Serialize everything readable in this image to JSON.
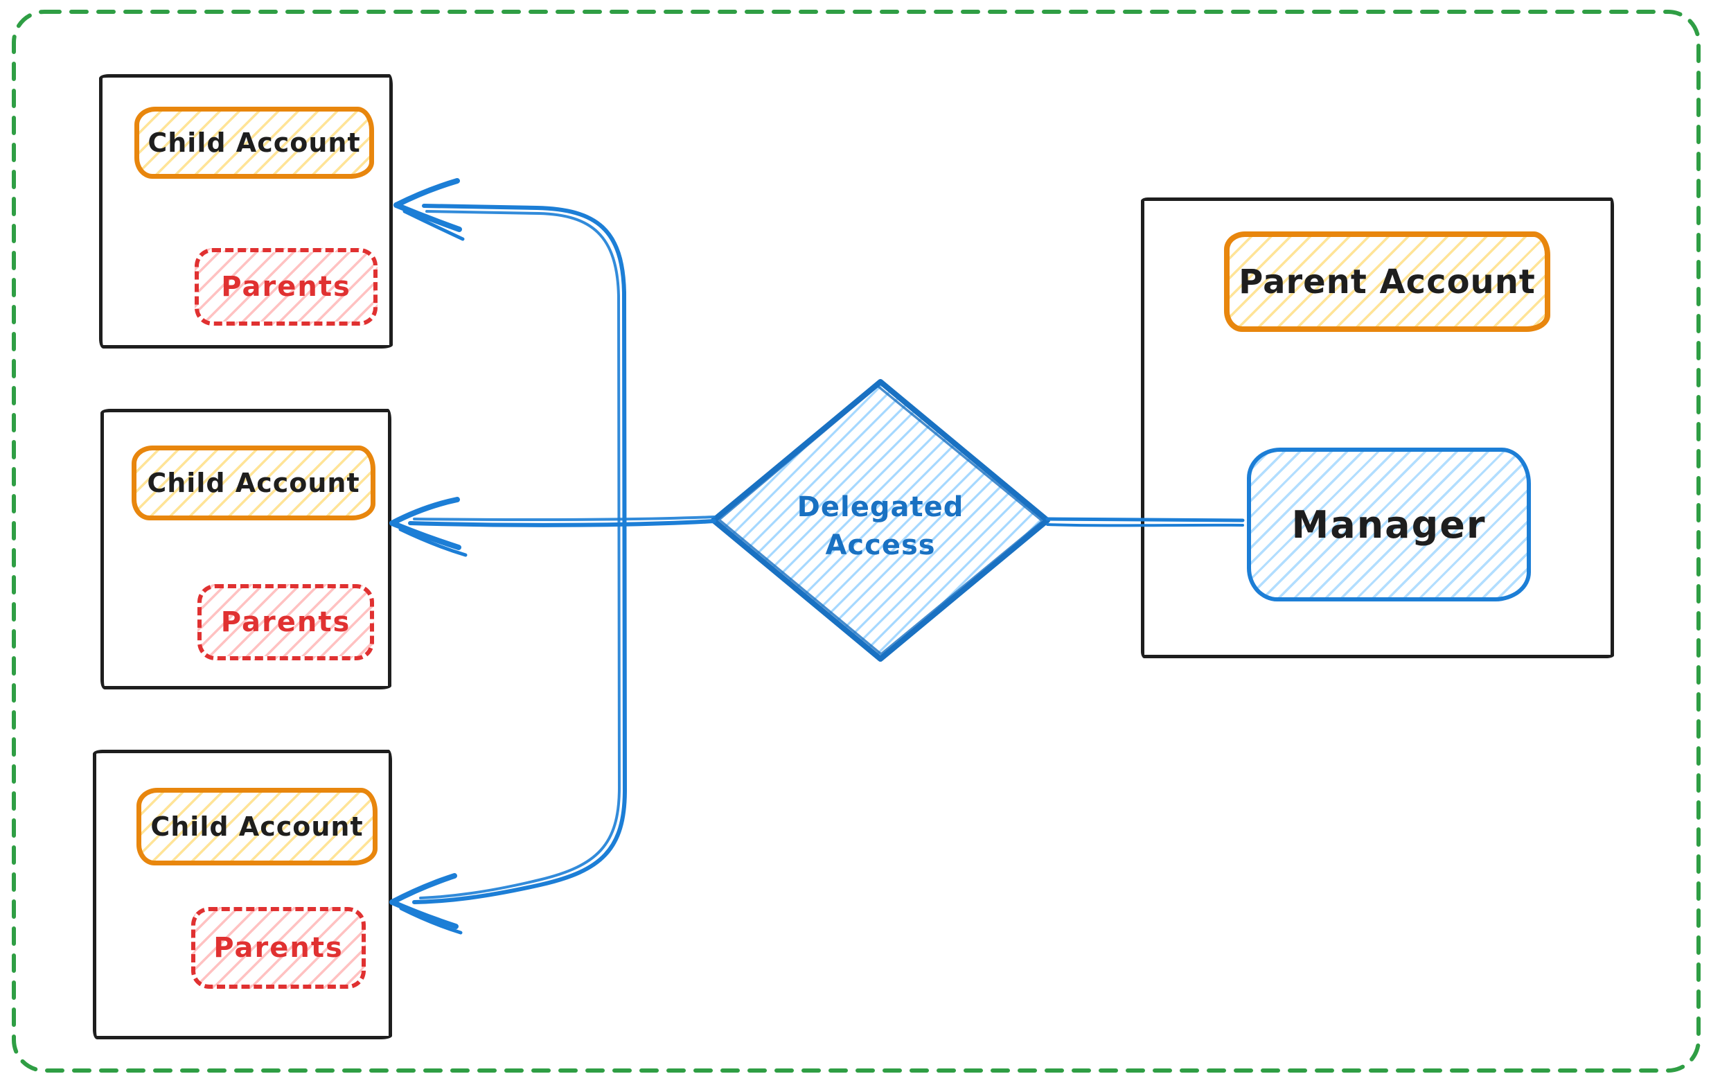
{
  "palette": {
    "canvas_frame": "#2f9e44",
    "box_stroke": "#1e1e1e",
    "account_stroke": "#e8860d",
    "account_hachure": "#ffd43b",
    "parents_stroke": "#e03131",
    "parents_hachure": "#ffa8a8",
    "blue_stroke": "#1c7ed6",
    "blue_text": "#1971c2",
    "blue_hachure": "#a5d8ff"
  },
  "child_accounts": [
    {
      "title": "Child Account",
      "member": "Parents"
    },
    {
      "title": "Child Account",
      "member": "Parents"
    },
    {
      "title": "Child Account",
      "member": "Parents"
    }
  ],
  "parent_account": {
    "title": "Parent Account",
    "role": "Manager"
  },
  "decision": {
    "line1": "Delegated",
    "line2": "Access"
  }
}
